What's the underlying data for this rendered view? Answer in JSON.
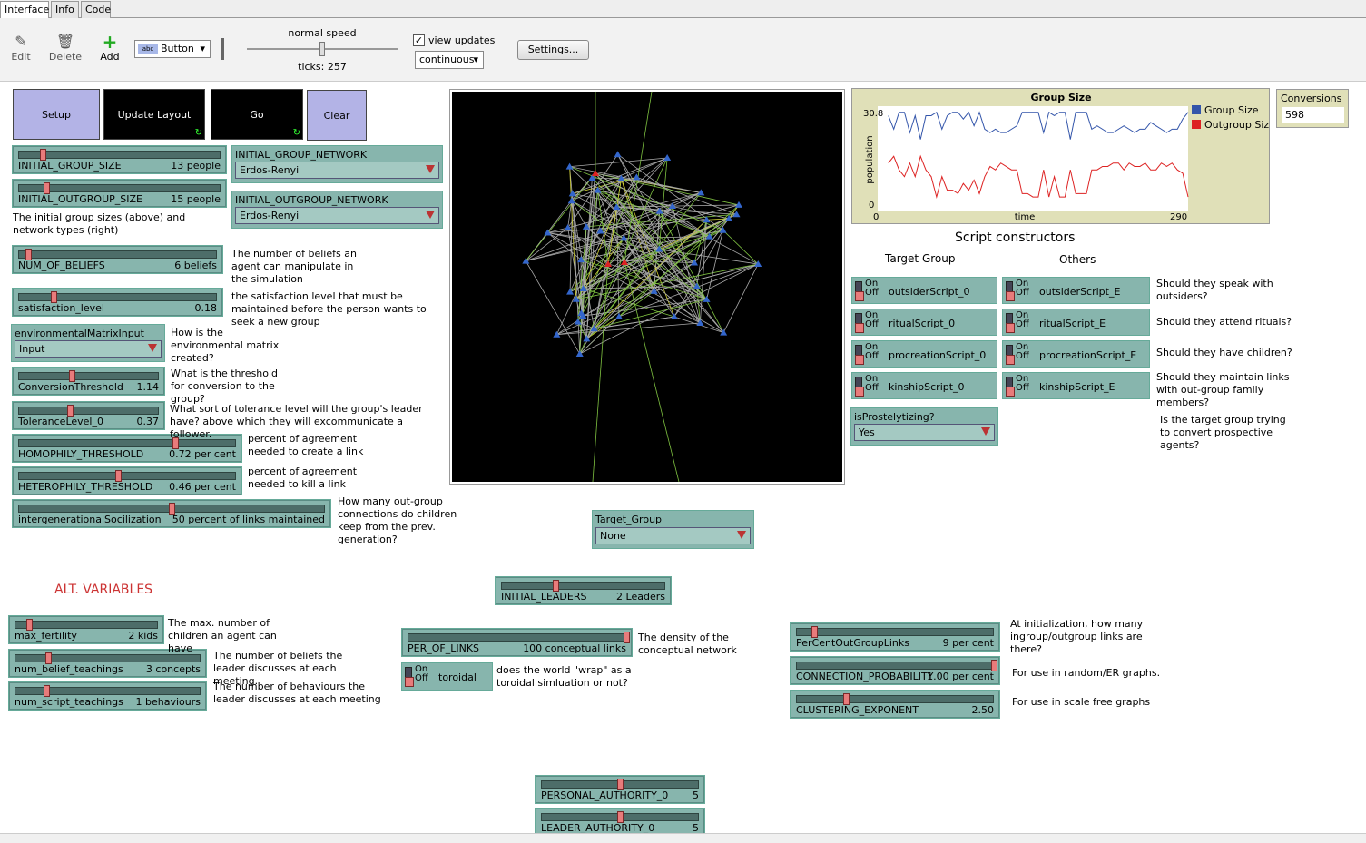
{
  "tabs": [
    "Interface",
    "Info",
    "Code"
  ],
  "toolbar": {
    "edit": "Edit",
    "delete": "Delete",
    "add": "Add",
    "widget_type": "Button",
    "speed_label": "normal speed",
    "ticks": "ticks: 257",
    "view_updates": "view updates",
    "update_mode": "continuous",
    "settings": "Settings...",
    "speed_fraction": 0.5
  },
  "buttons": {
    "setup": "Setup",
    "update_layout": "Update Layout",
    "go": "Go",
    "clear": "Clear"
  },
  "sliders": {
    "initial_group_size": {
      "label": "INITIAL_GROUP_SIZE",
      "value": "13 people",
      "frac": 0.12
    },
    "initial_outgroup_size": {
      "label": "INITIAL_OUTGROUP_SIZE",
      "value": "15 people",
      "frac": 0.14
    },
    "num_of_beliefs": {
      "label": "NUM_OF_BELIEFS",
      "value": "6 beliefs",
      "frac": 0.05
    },
    "satisfaction_level": {
      "label": "satisfaction_level",
      "value": "0.18",
      "frac": 0.18
    },
    "conversion_threshold": {
      "label": "ConversionThreshold",
      "value": "1.14",
      "frac": 0.38
    },
    "tolerance_level": {
      "label": "ToleranceLevel_0",
      "value": "0.37",
      "frac": 0.37
    },
    "homophily": {
      "label": "HOMOPHILY_THRESHOLD",
      "value": "0.72 per cent",
      "frac": 0.72
    },
    "heterophily": {
      "label": "HETEROPHILY_THRESHOLD",
      "value": "0.46 per cent",
      "frac": 0.46
    },
    "intergen": {
      "label": "intergenerationalSocilization",
      "value": "50 percent of links maintained",
      "frac": 0.5
    },
    "max_fertility": {
      "label": "max_fertility",
      "value": "2 kids",
      "frac": 0.1
    },
    "num_belief_teachings": {
      "label": "num_belief_teachings",
      "value": "3 concepts",
      "frac": 0.18
    },
    "num_script_teachings": {
      "label": "num_script_teachings",
      "value": "1 behaviours",
      "frac": 0.17
    },
    "initial_leaders": {
      "label": "INITIAL_LEADERS",
      "value": "2 Leaders",
      "frac": 0.33
    },
    "per_of_links": {
      "label": "PER_OF_LINKS",
      "value": "100 conceptual links",
      "frac": 1.0
    },
    "percent_outgroup_links": {
      "label": "PerCentOutGroupLinks",
      "value": "9 per cent",
      "frac": 0.09
    },
    "connection_probability": {
      "label": "CONNECTION_PROBABILITY",
      "value": "1.00 per cent",
      "frac": 1.0
    },
    "clustering_exponent": {
      "label": "CLUSTERING_EXPONENT",
      "value": "2.50",
      "frac": 0.25
    },
    "personal_authority": {
      "label": "PERSONAL_AUTHORITY_0",
      "value": "5",
      "frac": 0.5
    },
    "leader_authority": {
      "label": "LEADER_AUTHORITY_0",
      "value": "5",
      "frac": 0.5
    }
  },
  "choosers": {
    "initial_group_network": {
      "label": "INITIAL_GROUP_NETWORK",
      "value": "Erdos-Renyi"
    },
    "initial_outgroup_network": {
      "label": "INITIAL_OUTGROUP_NETWORK",
      "value": "Erdos-Renyi"
    },
    "env_matrix": {
      "label": "environmentalMatrixInput",
      "value": "Input"
    },
    "is_proselytizing": {
      "label": "isProstelytizing?",
      "value": "Yes"
    },
    "target_group": {
      "label": "Target_Group",
      "value": "None"
    }
  },
  "switches": {
    "on": "On",
    "off": "Off",
    "outsider0": "outsiderScript_0",
    "ritual0": "ritualScript_0",
    "procreation0": "procreationScript_0",
    "kinship0": "kinshipScript_0",
    "outsiderE": "outsiderScript_E",
    "ritualE": "ritualScript_E",
    "procreationE": "procreationScript_E",
    "kinshipE": "kinshipScript_E",
    "toroidal": "toroidal"
  },
  "notes": {
    "group_sizes": "The initial group sizes (above) and network types (right)",
    "beliefs": "The number of beliefs an agent can manipulate in the simulation",
    "satisfaction": "the satisfaction level that must be maintained before the person wants to seek a new group",
    "env": "How is the environmental matrix created?",
    "conversion": "What is the threshold for conversion to the group?",
    "tolerance": "What sort of tolerance level will the group's leader have? above which they will excommunicate a follower.",
    "homophily": "percent of agreement needed to create a link",
    "heterophily": "percent of agreement needed to kill a link",
    "intergen": "How many out-group connections do children keep from the prev. generation?",
    "alt_vars": "ALT. VARIABLES",
    "fertility": "The max. number of children an agent can have",
    "belief_teach": "The number of beliefs the leader discusses at each meeting.",
    "script_teach": "The number of behaviours the leader discusses at each meeting",
    "per_links": "The density of the conceptual network",
    "toroidal": "does the world \"wrap\" as a toroidal simluation or not?",
    "outgroup_links": "At initialization, how many ingroup/outgroup links are there?",
    "conn_prob": "For use in random/ER graphs.",
    "clustering": "For use in scale free graphs",
    "script_constructors": "Script constructors",
    "target_group_hdr": "Target Group",
    "others_hdr": "Others",
    "q_outsiders": "Should they speak with outsiders?",
    "q_rituals": "Should they attend rituals?",
    "q_children": "Should they have children?",
    "q_kinship": "Should they maintain links with out-group family members?",
    "q_convert": "Is the target group trying to convert prospective agents?"
  },
  "monitor": {
    "label": "Conversions",
    "value": "598"
  },
  "colors": {
    "group": "#3355aa",
    "outgroup": "#dd2222",
    "widget": "#87b5ad",
    "plot_bg": "#e0e0b8"
  },
  "chart_data": {
    "type": "line",
    "title": "Group Size",
    "xlabel": "time",
    "ylabel": "population",
    "xlim": [
      0,
      290
    ],
    "ylim": [
      0,
      30.8
    ],
    "legend": "right",
    "series": [
      {
        "name": "Group Size",
        "color": "#3355aa",
        "x": [
          10,
          15,
          20,
          25,
          30,
          35,
          40,
          45,
          50,
          55,
          60,
          65,
          70,
          75,
          80,
          85,
          90,
          95,
          100,
          105,
          110,
          115,
          120,
          125,
          130,
          135,
          140,
          145,
          150,
          155,
          160,
          165,
          170,
          175,
          180,
          185,
          190,
          195,
          200,
          205,
          210,
          215,
          220,
          225,
          230,
          235,
          240,
          245,
          250,
          255,
          260,
          265,
          270,
          275,
          280,
          285,
          290
        ],
        "values": [
          28,
          24,
          29,
          29,
          23,
          28,
          21,
          28,
          28,
          29,
          24,
          28,
          29,
          29,
          27,
          29,
          25,
          29,
          24,
          23,
          24,
          23,
          23,
          24,
          25,
          29,
          29,
          29,
          29,
          23,
          29,
          28,
          29,
          29,
          21,
          29,
          29,
          29,
          24,
          25,
          24,
          23,
          23,
          24,
          25,
          24,
          23,
          24,
          24,
          26,
          25,
          24,
          23,
          24,
          24,
          27,
          29
        ]
      },
      {
        "name": "Outgroup Size",
        "color": "#dd2222",
        "x": [
          10,
          15,
          20,
          25,
          30,
          35,
          40,
          45,
          50,
          55,
          60,
          65,
          70,
          75,
          80,
          85,
          90,
          95,
          100,
          105,
          110,
          115,
          120,
          125,
          130,
          135,
          140,
          145,
          150,
          155,
          160,
          165,
          170,
          175,
          180,
          185,
          190,
          195,
          200,
          205,
          210,
          215,
          220,
          225,
          230,
          235,
          240,
          245,
          250,
          255,
          260,
          265,
          270,
          275,
          280,
          285,
          290
        ],
        "values": [
          14,
          16,
          12,
          10,
          14,
          10,
          16,
          12,
          10,
          4,
          10,
          6,
          6,
          5,
          8,
          6,
          9,
          5,
          10,
          13,
          12,
          14,
          13,
          12,
          12,
          5,
          5,
          4,
          4,
          12,
          4,
          10,
          4,
          4,
          12,
          5,
          5,
          5,
          12,
          12,
          13,
          13,
          14,
          14,
          12,
          14,
          13,
          13,
          14,
          12,
          12,
          14,
          13,
          14,
          12,
          11,
          4
        ]
      }
    ]
  }
}
